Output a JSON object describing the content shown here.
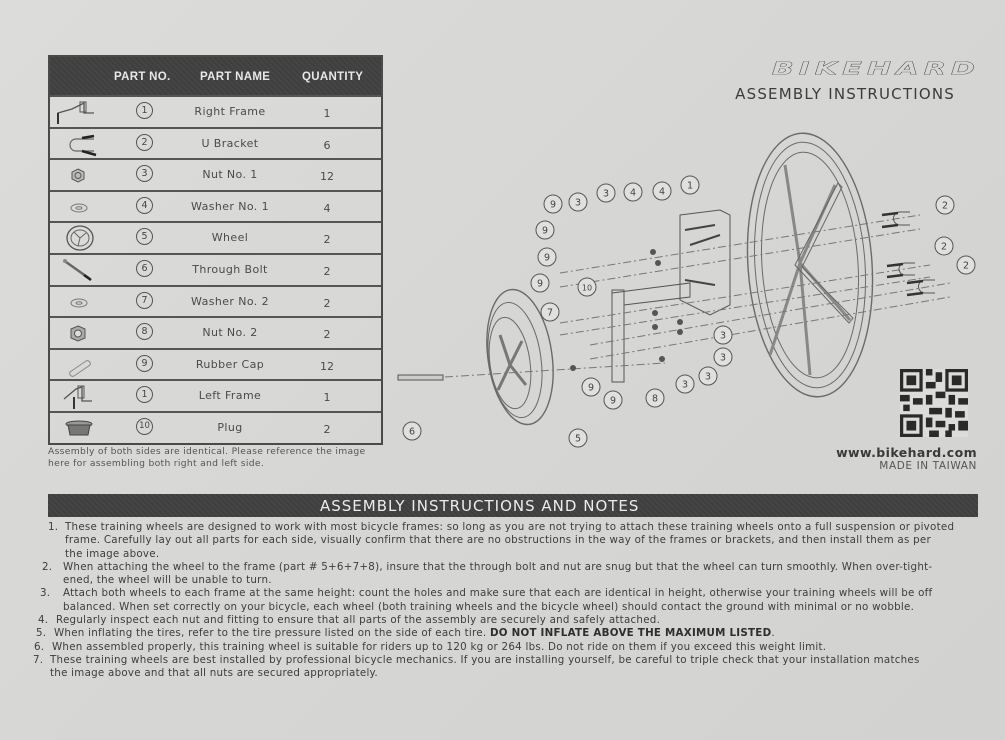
{
  "brand": {
    "logo": "BIKEHARD",
    "subtitle": "ASSEMBLY INSTRUCTIONS",
    "website": "www.bikehard.com",
    "origin": "MADE IN TAIWAN"
  },
  "parts_table": {
    "headers": {
      "part_no": "PART NO.",
      "part_name": "PART NAME",
      "quantity": "QUANTITY"
    },
    "rows": [
      {
        "icon": "right-frame-icon",
        "part_no": "1",
        "part_name": "Right Frame",
        "quantity": "1"
      },
      {
        "icon": "u-bracket-icon",
        "part_no": "2",
        "part_name": "U Bracket",
        "quantity": "6"
      },
      {
        "icon": "nut-icon",
        "part_no": "3",
        "part_name": "Nut No. 1",
        "quantity": "12"
      },
      {
        "icon": "washer-icon",
        "part_no": "4",
        "part_name": "Washer No. 1",
        "quantity": "4"
      },
      {
        "icon": "wheel-icon",
        "part_no": "5",
        "part_name": "Wheel",
        "quantity": "2"
      },
      {
        "icon": "through-bolt-icon",
        "part_no": "6",
        "part_name": "Through Bolt",
        "quantity": "2"
      },
      {
        "icon": "washer-icon",
        "part_no": "7",
        "part_name": "Washer No. 2",
        "quantity": "2"
      },
      {
        "icon": "nut-icon",
        "part_no": "8",
        "part_name": "Nut No. 2",
        "quantity": "2"
      },
      {
        "icon": "rubber-cap-icon",
        "part_no": "9",
        "part_name": "Rubber Cap",
        "quantity": "12"
      },
      {
        "icon": "left-frame-icon",
        "part_no": "1",
        "part_name": "Left Frame",
        "quantity": "1"
      },
      {
        "icon": "plug-icon",
        "part_no": "10",
        "part_name": "Plug",
        "quantity": "2"
      }
    ],
    "note": "Assembly of both sides are identical. Please reference the image here for assembling both right and left side."
  },
  "diagram": {
    "callouts": [
      "9",
      "3",
      "3",
      "4",
      "4",
      "1",
      "9",
      "9",
      "10",
      "9",
      "7",
      "9",
      "9",
      "8",
      "3",
      "3",
      "3",
      "3",
      "6",
      "5",
      "2",
      "2",
      "2"
    ]
  },
  "notes": {
    "title": "ASSEMBLY INSTRUCTIONS AND NOTES",
    "items": [
      {
        "n": "1.",
        "lines": [
          "These training wheels are designed to work with most bicycle frames: so long as you are not trying to attach these training wheels onto a full suspension or pivoted",
          "frame. Carefully lay out all parts for each side, visually confirm that there are no obstructions in the way of the frames or brackets, and then install them as per",
          "the image above."
        ]
      },
      {
        "n": "2.",
        "lines": [
          "When attaching the wheel to the frame (part # 5+6+7+8), insure that the through bolt and nut are snug but that the wheel can turn smoothly. When over-tight-",
          "ened, the  wheel will be unable to turn."
        ]
      },
      {
        "n": "3.",
        "lines": [
          "Attach both wheels to each frame at the same height: count the holes and make sure that each are identical in height, otherwise your training wheels will be off",
          "balanced. When set correctly on your bicycle, each wheel (both training wheels and the bicycle wheel) should contact the ground with minimal or no wobble."
        ]
      },
      {
        "n": "4.",
        "lines": [
          "Regularly inspect each nut and fitting to ensure that all parts of the assembly are securely and safely attached."
        ]
      },
      {
        "n": "5.",
        "text": "When inflating the tires, refer to the tire pressure listed on the side of each tire. ",
        "bold": "DO NOT INFLATE ABOVE THE MAXIMUM LISTED",
        "tail": "."
      },
      {
        "n": "6.",
        "lines": [
          "When assembled properly, this training wheel is suitable for riders up to 120 kg or 264 lbs. Do not ride on them if you exceed this weight limit."
        ]
      },
      {
        "n": "7.",
        "lines": [
          "These training wheels are best installed by professional bicycle mechanics. If you are installing yourself, be careful to triple check that your installation matches",
          "the image above and that all nuts are secured appropriately."
        ]
      }
    ]
  }
}
